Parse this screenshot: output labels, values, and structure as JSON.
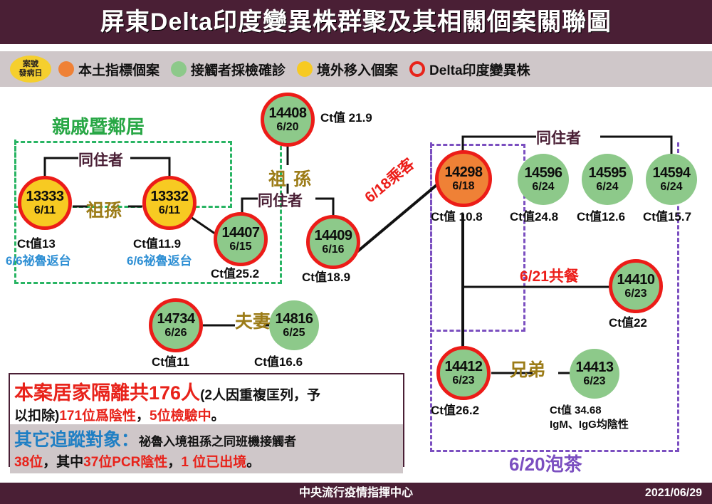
{
  "header": {
    "title": "屏東Delta印度變異株群聚及其相關個案關聯圖"
  },
  "legend": {
    "badge_line1": "案號",
    "badge_line2": "發病日",
    "items": [
      {
        "icon": "orange-dot-icon",
        "label": "本土指標個案",
        "color": "#ef8136"
      },
      {
        "icon": "green-dot-icon",
        "label": "接觸者採檢確診",
        "color": "#8dc98a"
      },
      {
        "icon": "yellow-dot-icon",
        "label": "境外移入個案",
        "color": "#f7ca22"
      },
      {
        "icon": "red-ring-icon",
        "label": "Delta印度變異株",
        "color": "#ec1c18"
      }
    ]
  },
  "groups": {
    "green_cluster_title": "親戚暨鄰居",
    "violet_cluster_title": "6/20泡茶"
  },
  "relations": {
    "cohabitant_left": "同住者",
    "cohabitant_mid": "同住者",
    "cohabitant_right": "同住者",
    "grandparent_grandchild_left": "祖孫",
    "grandparent_zu": "祖",
    "grandparent_sun": "孫",
    "couple": "夫妻",
    "brothers": "兄弟",
    "passenger_618": "6/18乘客",
    "meal_621": "6/21共餐"
  },
  "nodes": [
    {
      "id": "13333",
      "date": "6/11",
      "type": "yellow",
      "variant": true,
      "ct": "Ct值13",
      "note": "6/6祕魯返台"
    },
    {
      "id": "13332",
      "date": "6/11",
      "type": "yellow",
      "variant": true,
      "ct": "Ct值11.9",
      "note": "6/6祕魯返台"
    },
    {
      "id": "14407",
      "date": "6/15",
      "type": "green",
      "variant": true,
      "ct": "Ct值25.2",
      "note": ""
    },
    {
      "id": "14408",
      "date": "6/20",
      "type": "green",
      "variant": true,
      "ct": "Ct值 21.9",
      "note": ""
    },
    {
      "id": "14409",
      "date": "6/16",
      "type": "green",
      "variant": true,
      "ct": "Ct值18.9",
      "note": ""
    },
    {
      "id": "14298",
      "date": "6/18",
      "type": "orange",
      "variant": true,
      "ct": "Ct值 10.8",
      "note": ""
    },
    {
      "id": "14596",
      "date": "6/24",
      "type": "green",
      "variant": false,
      "ct": "Ct值24.8",
      "note": ""
    },
    {
      "id": "14595",
      "date": "6/24",
      "type": "green",
      "variant": false,
      "ct": "Ct值12.6",
      "note": ""
    },
    {
      "id": "14594",
      "date": "6/24",
      "type": "green",
      "variant": false,
      "ct": "Ct值15.7",
      "note": ""
    },
    {
      "id": "14410",
      "date": "6/23",
      "type": "green",
      "variant": true,
      "ct": "Ct值22",
      "note": ""
    },
    {
      "id": "14412",
      "date": "6/23",
      "type": "green",
      "variant": true,
      "ct": "Ct值26.2",
      "note": ""
    },
    {
      "id": "14413",
      "date": "6/23",
      "type": "green",
      "variant": false,
      "ct": "Ct值 34.68",
      "note": "IgM、IgG均陰性"
    },
    {
      "id": "14734",
      "date": "6/26",
      "type": "green",
      "variant": true,
      "ct": "Ct值11",
      "note": ""
    },
    {
      "id": "14816",
      "date": "6/25",
      "type": "green",
      "variant": false,
      "ct": "Ct值16.6",
      "note": ""
    }
  ],
  "infobox": {
    "line1_a": "本案居家隔離共176人",
    "line1_b": "(2人因重複匡列，予",
    "line2_a": "以扣除)",
    "line2_b": "171位爲陰性",
    "line2_c": "，",
    "line2_d": "5位檢驗中",
    "line2_e": "。",
    "line3_a": "其它追蹤對象：",
    "line3_b": "祕魯入境祖孫之同班機接觸者",
    "line4_a": "38位",
    "line4_b": "，其中",
    "line4_c": "37位PCR陰性",
    "line4_d": "，",
    "line4_e": "1 位已出境",
    "line4_f": "。"
  },
  "footer": {
    "agency": "中央流行疫情指揮中心",
    "date": "2021/06/29"
  }
}
